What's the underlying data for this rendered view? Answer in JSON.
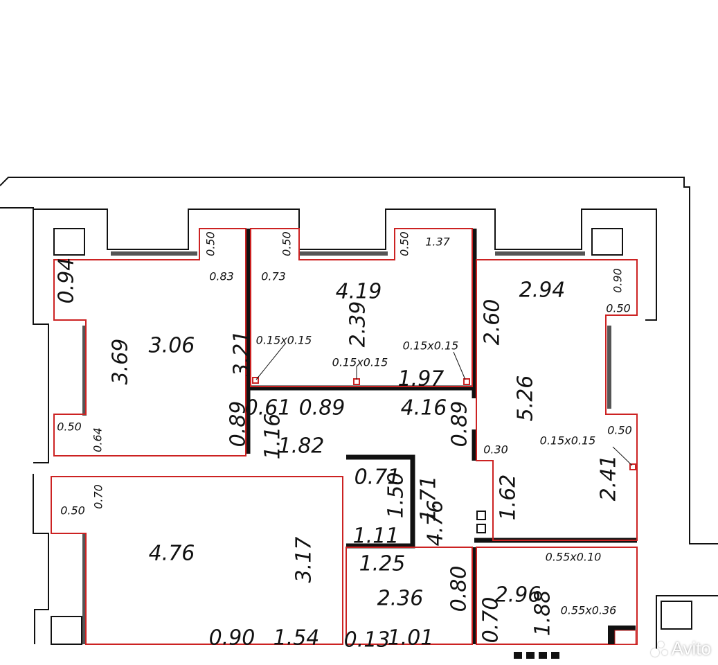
{
  "plan": {
    "colors": {
      "line": "#111111",
      "room_outline": "#cc2222",
      "background": "#ffffff"
    },
    "labels": [
      {
        "id": "r1-area",
        "text": "3.06",
        "size": "big",
        "rotate": false
      },
      {
        "id": "r1-height",
        "text": "3.69",
        "size": "big",
        "rotate": true
      },
      {
        "id": "r1-w094",
        "text": "0.94",
        "size": "big",
        "rotate": true
      },
      {
        "id": "r1-050a",
        "text": "0.50",
        "size": "small",
        "rotate": true
      },
      {
        "id": "r1-083",
        "text": "0.83",
        "size": "small",
        "rotate": false
      },
      {
        "id": "r1-050b",
        "text": "0.50",
        "size": "small",
        "rotate": false
      },
      {
        "id": "r1-064",
        "text": "0.64",
        "size": "small",
        "rotate": true
      },
      {
        "id": "r1-321",
        "text": "3.21",
        "size": "big",
        "rotate": true
      },
      {
        "id": "r1-089",
        "text": "0.89",
        "size": "big",
        "rotate": true
      },
      {
        "id": "r2-area",
        "text": "4.19",
        "size": "big",
        "rotate": false
      },
      {
        "id": "r2-050a",
        "text": "0.50",
        "size": "small",
        "rotate": true
      },
      {
        "id": "r2-073",
        "text": "0.73",
        "size": "small",
        "rotate": false
      },
      {
        "id": "r2-050b",
        "text": "0.50",
        "size": "small",
        "rotate": true
      },
      {
        "id": "r2-137",
        "text": "1.37",
        "size": "small",
        "rotate": false
      },
      {
        "id": "r2-239",
        "text": "2.39",
        "size": "big",
        "rotate": true
      },
      {
        "id": "r2-col1",
        "text": "0.15x0.15",
        "size": "small",
        "rotate": false
      },
      {
        "id": "r2-col2",
        "text": "0.15x0.15",
        "size": "small",
        "rotate": false
      },
      {
        "id": "r2-col3",
        "text": "0.15x0.15",
        "size": "small",
        "rotate": false
      },
      {
        "id": "r2-197",
        "text": "1.97",
        "size": "big",
        "rotate": false
      },
      {
        "id": "r3-294",
        "text": "2.94",
        "size": "big",
        "rotate": false
      },
      {
        "id": "r3-090",
        "text": "0.90",
        "size": "small",
        "rotate": true
      },
      {
        "id": "r3-050a",
        "text": "0.50",
        "size": "small",
        "rotate": false
      },
      {
        "id": "r3-260",
        "text": "2.60",
        "size": "big",
        "rotate": true
      },
      {
        "id": "r3-526",
        "text": "5.26",
        "size": "big",
        "rotate": true
      },
      {
        "id": "r3-col",
        "text": "0.15x0.15",
        "size": "small",
        "rotate": false
      },
      {
        "id": "r3-050b",
        "text": "0.50",
        "size": "small",
        "rotate": false
      },
      {
        "id": "r3-241",
        "text": "2.41",
        "size": "big",
        "rotate": true
      },
      {
        "id": "r3-030",
        "text": "0.30",
        "size": "small",
        "rotate": false
      },
      {
        "id": "h-061",
        "text": "0.61",
        "size": "big",
        "rotate": false
      },
      {
        "id": "h-089a",
        "text": "0.89",
        "size": "big",
        "rotate": false
      },
      {
        "id": "h-416",
        "text": "4.16",
        "size": "big",
        "rotate": false
      },
      {
        "id": "h-089b",
        "text": "0.89",
        "size": "big",
        "rotate": true
      },
      {
        "id": "h-116",
        "text": "1.16",
        "size": "big",
        "rotate": true
      },
      {
        "id": "h-182",
        "text": "1.82",
        "size": "big",
        "rotate": false
      },
      {
        "id": "h-071",
        "text": "0.71",
        "size": "big",
        "rotate": false
      },
      {
        "id": "h-150",
        "text": "1.50",
        "size": "big",
        "rotate": true
      },
      {
        "id": "h-111",
        "text": "1.11",
        "size": "big",
        "rotate": false
      },
      {
        "id": "h-171",
        "text": "1.71",
        "size": "big",
        "rotate": true
      },
      {
        "id": "h-476",
        "text": "4.76",
        "size": "big",
        "rotate": true
      },
      {
        "id": "h-162",
        "text": "1.62",
        "size": "big",
        "rotate": true
      },
      {
        "id": "r4-476",
        "text": "4.76",
        "size": "big",
        "rotate": false
      },
      {
        "id": "r4-317",
        "text": "3.17",
        "size": "big",
        "rotate": true
      },
      {
        "id": "r4-050",
        "text": "0.50",
        "size": "small",
        "rotate": false
      },
      {
        "id": "r4-070",
        "text": "0.70",
        "size": "small",
        "rotate": true
      },
      {
        "id": "r4-090",
        "text": "0.90",
        "size": "big",
        "rotate": false
      },
      {
        "id": "r4-154",
        "text": "1.54",
        "size": "big",
        "rotate": false
      },
      {
        "id": "b-125",
        "text": "1.25",
        "size": "big",
        "rotate": false
      },
      {
        "id": "b-236",
        "text": "2.36",
        "size": "big",
        "rotate": false
      },
      {
        "id": "b-013",
        "text": "0.13",
        "size": "big",
        "rotate": false
      },
      {
        "id": "b-101",
        "text": "1.01",
        "size": "big",
        "rotate": false
      },
      {
        "id": "b-080",
        "text": "0.80",
        "size": "big",
        "rotate": true
      },
      {
        "id": "b-070",
        "text": "0.70",
        "size": "big",
        "rotate": true
      },
      {
        "id": "b-296",
        "text": "2.96",
        "size": "big",
        "rotate": false
      },
      {
        "id": "b-188",
        "text": "1.88",
        "size": "big",
        "rotate": true
      },
      {
        "id": "b-055a",
        "text": "0.55x0.10",
        "size": "small",
        "rotate": false
      },
      {
        "id": "b-055b",
        "text": "0.55x0.36",
        "size": "small",
        "rotate": false
      }
    ]
  },
  "watermark": {
    "text": "Avito",
    "icon": "avito-logo-icon"
  }
}
